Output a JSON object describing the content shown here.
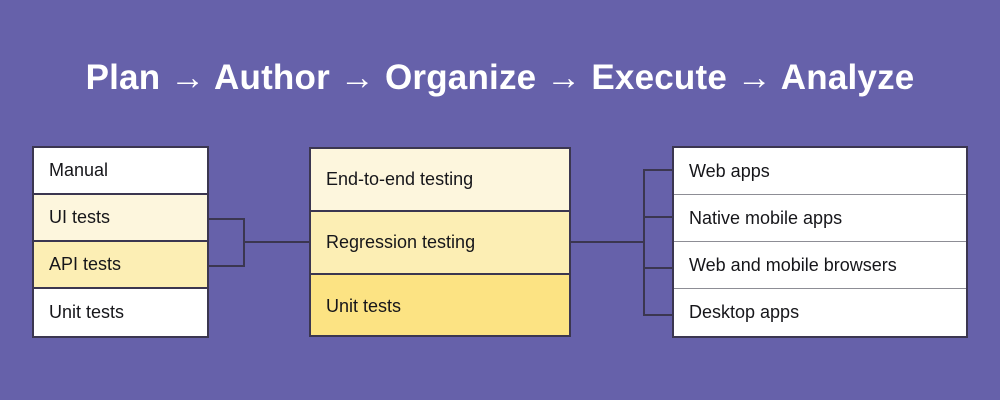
{
  "title": "Plan → Author → Organize → Execute → Analyze",
  "colors": {
    "background": "#6661aa",
    "border": "#3b3650",
    "title_text": "#ffffff",
    "row_text": "#16161a",
    "white": "#ffffff",
    "cream_light": "#fdf6dd",
    "cream_mid": "#fceeb4",
    "yellow": "#fce383",
    "divider_light": "#8d8d95"
  },
  "columns": [
    {
      "name": "test-types",
      "rows": [
        {
          "label": "Manual",
          "fill": "#ffffff"
        },
        {
          "label": "UI tests",
          "fill": "#fdf6dd"
        },
        {
          "label": "API tests",
          "fill": "#fceeb4"
        },
        {
          "label": "Unit tests",
          "fill": "#ffffff"
        }
      ]
    },
    {
      "name": "test-levels",
      "rows": [
        {
          "label": "End-to-end testing",
          "fill": "#fdf6dd"
        },
        {
          "label": "Regression testing",
          "fill": "#fceeb4"
        },
        {
          "label": "Unit tests",
          "fill": "#fce383"
        }
      ]
    },
    {
      "name": "platforms",
      "rows": [
        {
          "label": "Web apps",
          "fill": "#ffffff"
        },
        {
          "label": "Native mobile apps",
          "fill": "#ffffff"
        },
        {
          "label": "Web and mobile browsers",
          "fill": "#ffffff"
        },
        {
          "label": "Desktop apps",
          "fill": "#ffffff"
        }
      ]
    }
  ]
}
